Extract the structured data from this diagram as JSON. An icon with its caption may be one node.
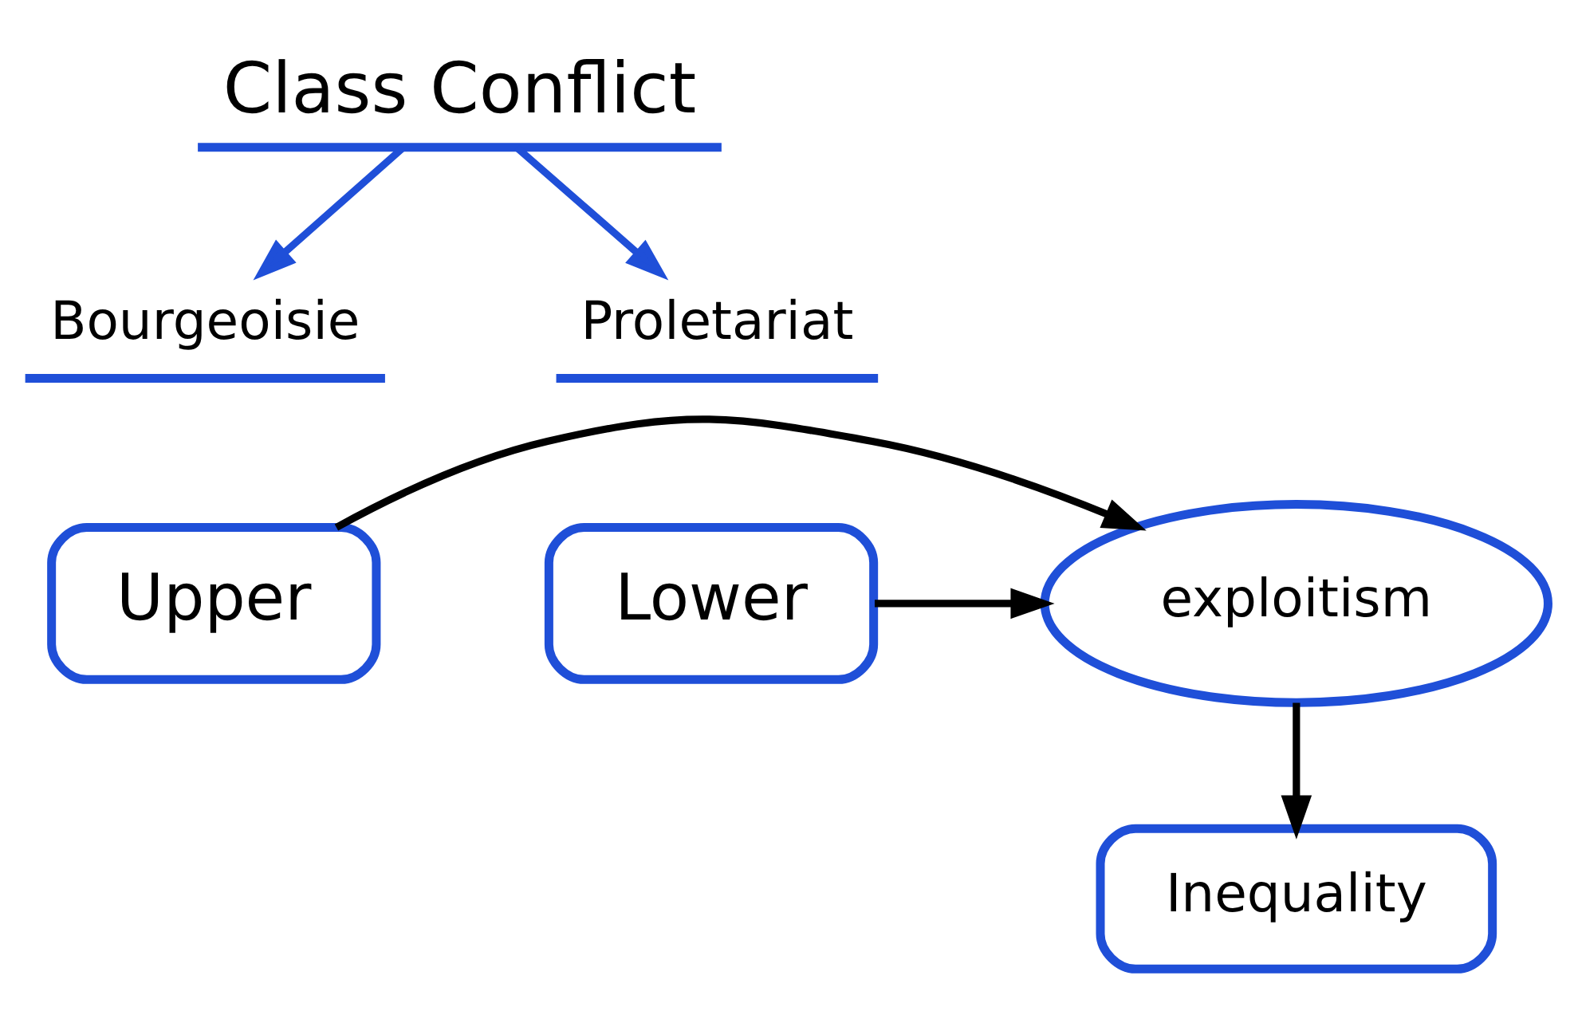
{
  "diagram": {
    "nodes": [
      {
        "text": [
          "Class Conflict"
        ]
      },
      {
        "text": [
          "Bourgeoisie"
        ]
      },
      {
        "text": [
          "Proletariat"
        ]
      },
      {
        "text": [
          "Upper"
        ]
      },
      {
        "text": [
          "exploitism"
        ]
      },
      {
        "text": [
          "Lower"
        ]
      },
      {
        "text": [
          "Inequality"
        ]
      }
    ],
    "edges": [
      {
        "from": 0,
        "to": 1,
        "arrow": "to",
        "color": "#1f4fd8"
      },
      {
        "from": 0,
        "to": 2,
        "arrow": "to",
        "color": "#1f4fd8"
      },
      {
        "from": 3,
        "to": 4,
        "arrow": "to"
      },
      {
        "from": 5,
        "to": 4,
        "arrow": "to"
      },
      {
        "from": 4,
        "to": 6,
        "arrow": "to"
      }
    ]
  }
}
